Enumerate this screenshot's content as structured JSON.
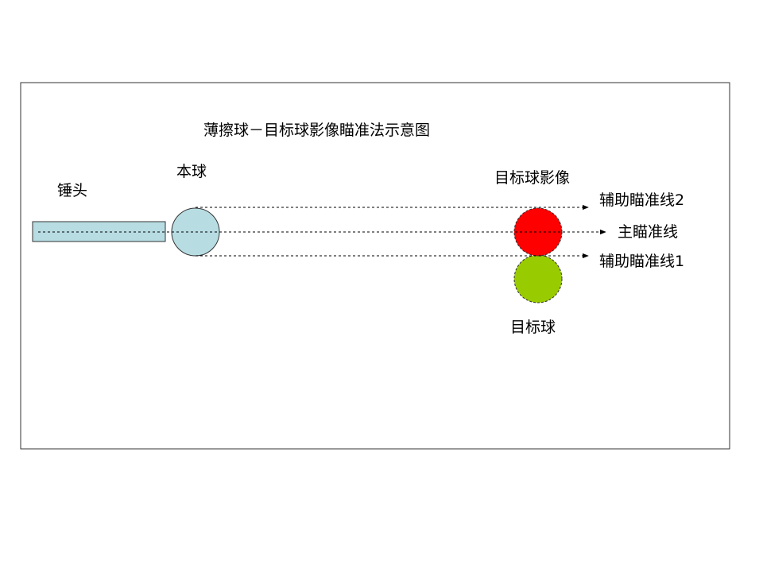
{
  "diagram": {
    "title": "薄擦球－目标球影像瞄准法示意图",
    "labels": {
      "cue_stick": "锤头",
      "cue_ball": "本球",
      "ghost_ball": "目标球影像",
      "object_ball": "目标球",
      "aux_line_2": "辅助瞄准线2",
      "main_line": "主瞄准线",
      "aux_line_1": "辅助瞄准线1"
    },
    "colors": {
      "frame_border": "#333333",
      "cue_stick_fill": "#b7dde3",
      "cue_ball_fill": "#b7dde3",
      "ghost_ball_fill": "#ff0000",
      "object_ball_fill": "#99cc00",
      "line": "#000000"
    }
  }
}
